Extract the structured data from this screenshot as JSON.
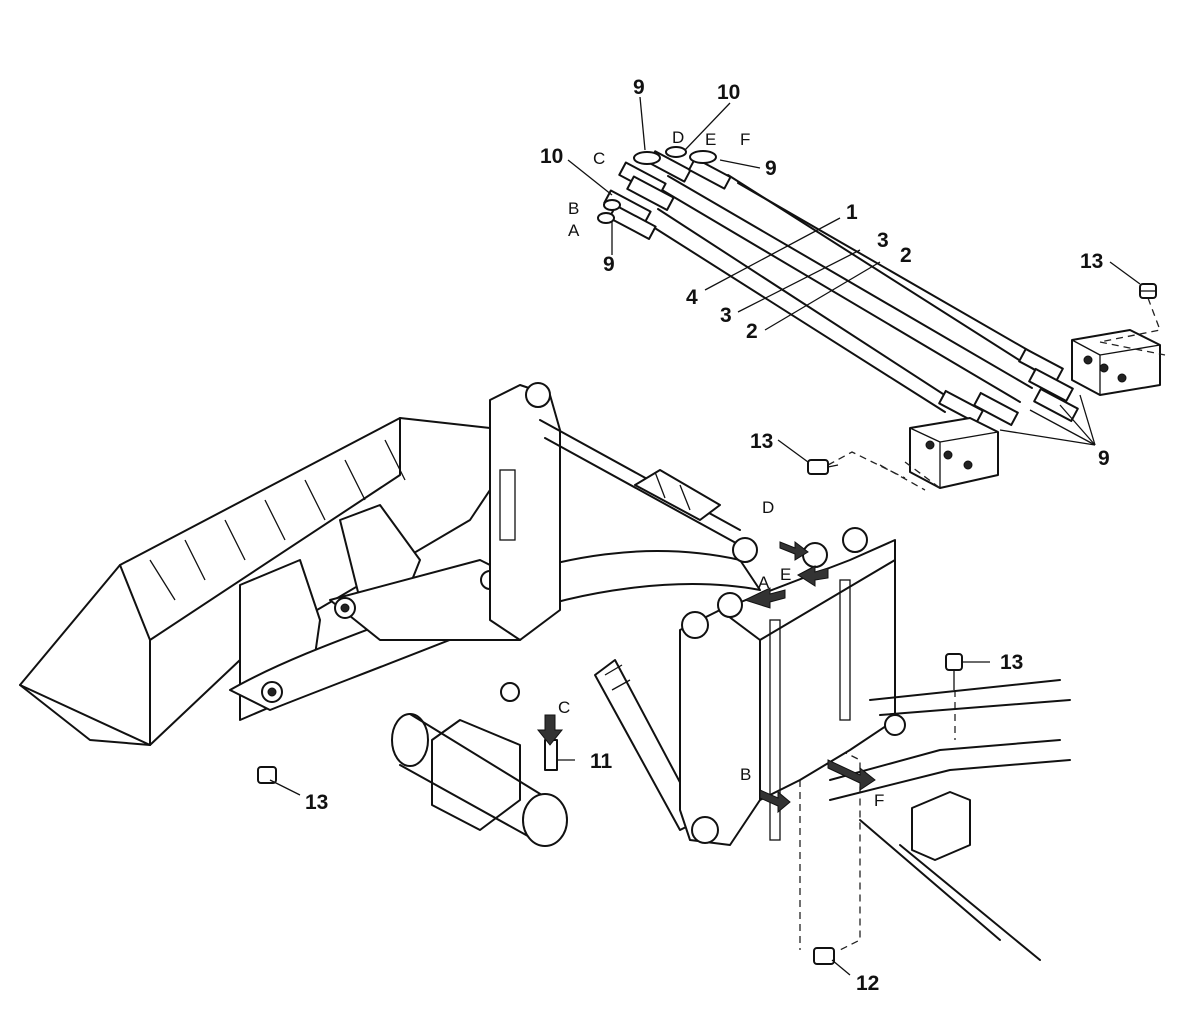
{
  "labels": {
    "n1": "1",
    "n2a": "2",
    "n2b": "2",
    "n3a": "3",
    "n3b": "3",
    "n4": "4",
    "n9a": "9",
    "n9b": "9",
    "n9c": "9",
    "n9d": "9",
    "n10a": "10",
    "n10b": "10",
    "n11": "11",
    "n12": "12",
    "n13a": "13",
    "n13b": "13",
    "n13c": "13",
    "n13d": "13"
  },
  "letters": {
    "a_top": "A",
    "b_top": "B",
    "c_top": "C",
    "d_top": "D",
    "e_top": "E",
    "f_top": "F",
    "a_low": "A",
    "b_low": "B",
    "c_low": "C",
    "d_low": "D",
    "e_low": "E",
    "f_low": "F"
  }
}
